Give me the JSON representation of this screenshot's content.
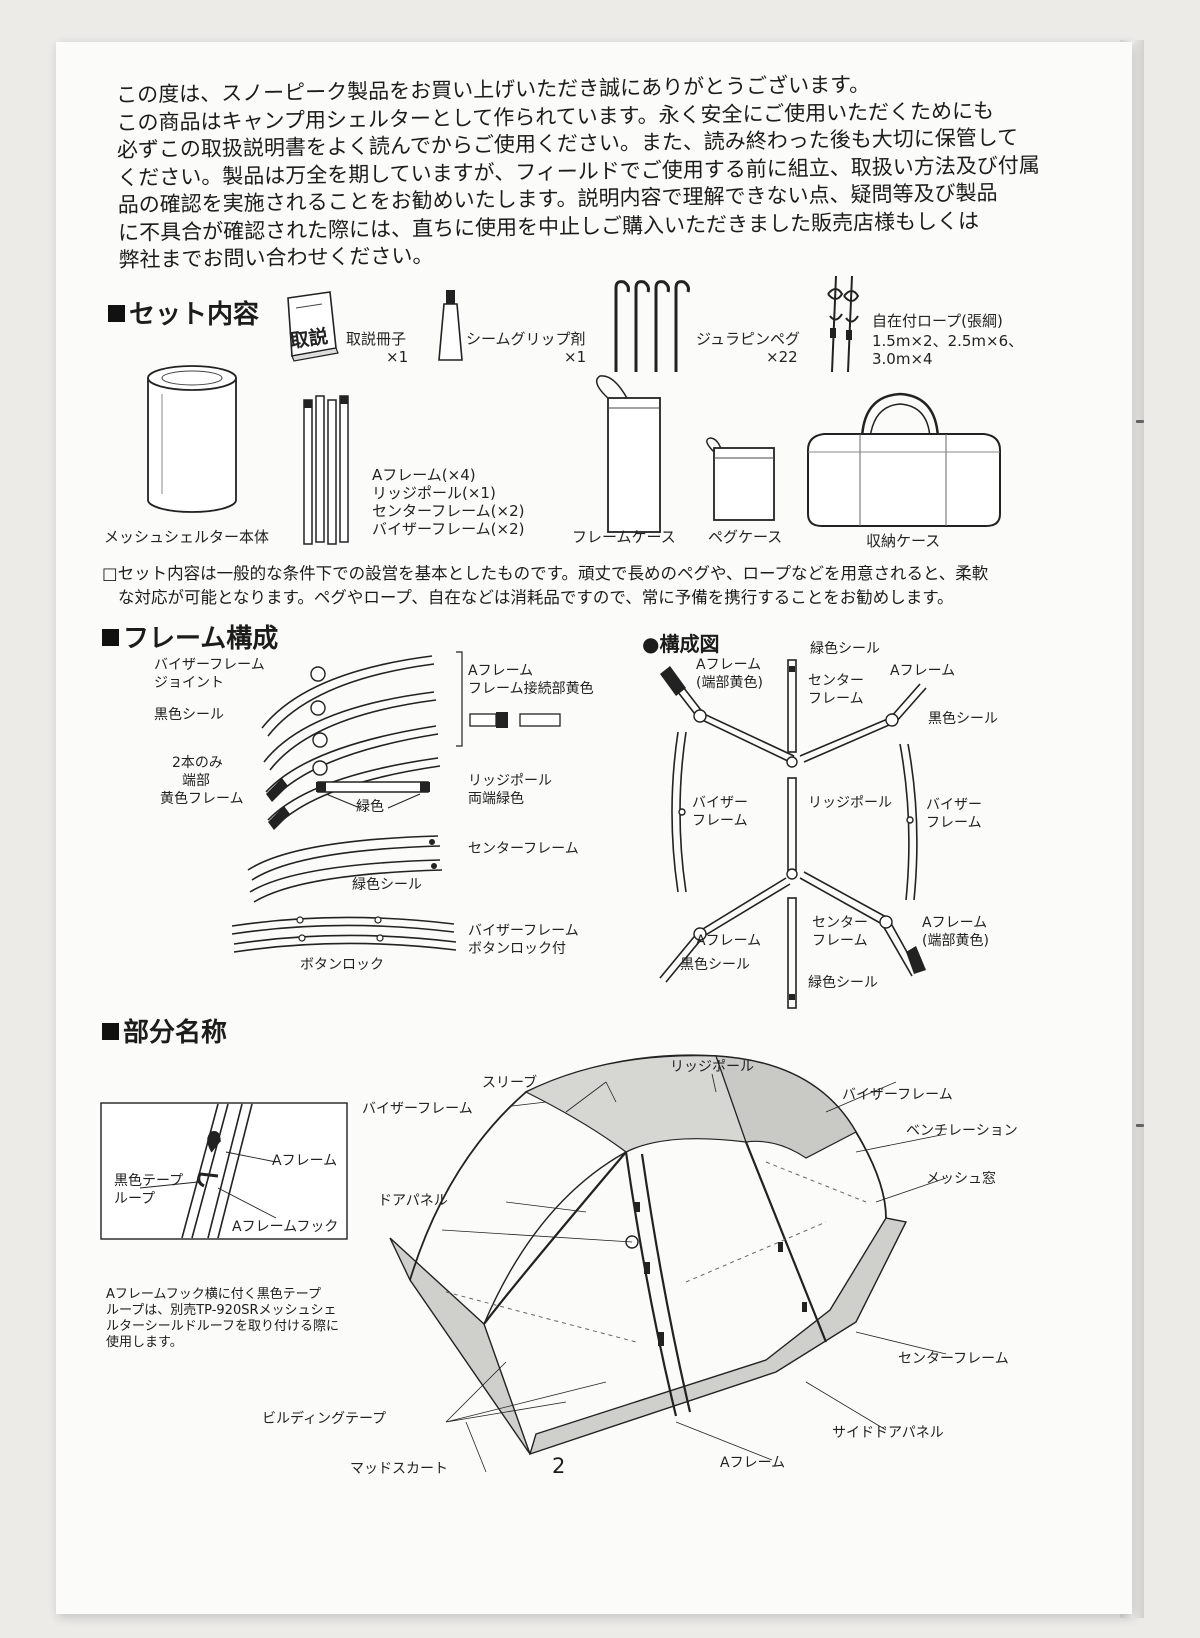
{
  "intro": [
    "この度は、スノーピーク製品をお買い上げいただき誠にありがとうございます。",
    "この商品はキャンプ用シェルターとして作られています。永く安全にご使用いただくためにも",
    "必ずこの取扱説明書をよく読んでからご使用ください。また、読み終わった後も大切に保管して",
    "ください。製品は万全を期していますが、フィールドでご使用する前に組立、取扱い方法及び付属",
    "品の確認を実施されることをお勧めいたします。説明内容で理解できない点、疑問等及び製品",
    "に不具合が確認された際には、直ちに使用を中止しご購入いただきました販売店様もしくは",
    "弊社までお問い合わせください。"
  ],
  "set_contents": {
    "heading": "セット内容",
    "manual_cover": "取説",
    "manual": "取説冊子",
    "manual_qty": "×1",
    "seam": "シームグリップ剤",
    "seam_qty": "×1",
    "peg": "ジュラピンペグ",
    "peg_qty": "×22",
    "rope": "自在付ロープ(張綱)",
    "rope_spec1": "1.5m×2、2.5m×6、",
    "rope_spec2": "3.0m×4",
    "body": "メッシュシェルター本体",
    "frames": [
      "Aフレーム(×4)",
      "リッジポール(×1)",
      "センターフレーム(×2)",
      "バイザーフレーム(×2)"
    ],
    "frame_case": "フレームケース",
    "peg_case": "ペグケース",
    "storage_case": "収納ケース"
  },
  "note": [
    "□セット内容は一般的な条件下での設営を基本としたものです。頑丈で長めのペグや、ロープなどを用意されると、柔軟",
    "な対応が可能となります。ペグやロープ、自在などは消耗品ですので、常に予備を携行することをお勧めします。"
  ],
  "frame_config": {
    "heading": "フレーム構成",
    "visor_joint": [
      "バイザーフレーム",
      "ジョイント"
    ],
    "black_seal": "黒色シール",
    "two_only": [
      "2本のみ",
      "端部",
      "黄色フレーム"
    ],
    "a_frame": [
      "Aフレーム",
      "フレーム接続部黄色"
    ],
    "green": "緑色",
    "ridge": [
      "リッジポール",
      "両端緑色"
    ],
    "center": "センターフレーム",
    "green_seal": "緑色シール",
    "visor_button": [
      "バイザーフレーム",
      "ボタンロック付"
    ],
    "button_lock": "ボタンロック"
  },
  "diagram": {
    "heading": "構成図",
    "green_seal_top": "緑色シール",
    "a_frame_tl": [
      "Aフレーム",
      "(端部黄色)"
    ],
    "center_top": [
      "センター",
      "フレーム"
    ],
    "a_frame_tr": "Aフレーム",
    "black_seal_r": "黒色シール",
    "visor_l": [
      "バイザー",
      "フレーム"
    ],
    "ridge": "リッジポール",
    "visor_r": [
      "バイザー",
      "フレーム"
    ],
    "center_bottom": [
      "センター",
      "フレーム"
    ],
    "a_frame_br": [
      "Aフレーム",
      "(端部黄色)"
    ],
    "a_frame_bl": "Aフレーム",
    "black_seal_bl": "黒色シール",
    "green_seal_bottom": "緑色シール"
  },
  "parts": {
    "heading": "部分名称",
    "sleeve": "スリーブ",
    "ridge": "リッジポール",
    "visor_l": "バイザーフレーム",
    "visor_r": "バイザーフレーム",
    "ventilation": "ベンチレーション",
    "mesh_window": "メッシュ窓",
    "door_panel": "ドアパネル",
    "center_frame": "センターフレーム",
    "building_tape": "ビルディングテープ",
    "side_door": "サイドドアパネル",
    "a_frame": "Aフレーム",
    "mud_skirt": "マッドスカート",
    "inset_a_frame": "Aフレーム",
    "inset_loop": [
      "黒色テープ",
      "ループ"
    ],
    "inset_hook": "Aフレームフック",
    "caption": [
      "Aフレームフック横に付く黒色テープ",
      "ループは、別売TP-920SRメッシュシェ",
      "ルターシールドルーフを取り付ける際に",
      "使用します。"
    ]
  },
  "page_number": "2"
}
